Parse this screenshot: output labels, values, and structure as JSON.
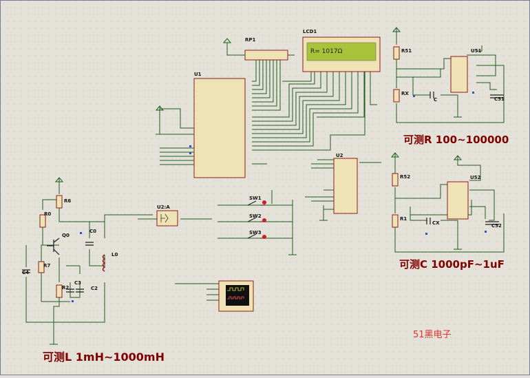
{
  "colors": {
    "background": "#e4e2d8",
    "grid": "#c9c7bd",
    "wire": "#1d5c1d",
    "body": "#efe2b4",
    "outline": "#8b1a1a",
    "caption": "#800000",
    "watermark": "#e03030",
    "lcd": "#a8c23a"
  },
  "components": {
    "u1": "U1",
    "rp1": "RP1",
    "lcd1": "LCD1",
    "u2": "U2",
    "u2a": "U2:A",
    "u51": "U51",
    "u52": "U52",
    "r51": "R51",
    "rx": "RX",
    "c51_cap": "C",
    "c51": "C51",
    "r52": "R52",
    "r1": "R1",
    "cx": "CX",
    "c52": "C52",
    "r6": "R6",
    "r0": "R0",
    "q0": "Q0",
    "c0": "C0",
    "l0": "L0",
    "c4": "C4",
    "r7": "R7",
    "r2": "R2",
    "c3": "C3",
    "c2": "C2",
    "sw1": "SW1",
    "sw2": "SW2",
    "sw3": "SW3"
  },
  "lcd_text": "R= 1017Ω",
  "captions": {
    "resistance": "可测R 100~100000",
    "capacitance": "可测C 1000pF~1uF",
    "inductance": "可测L 1mH~1000mH"
  },
  "watermark": "51黑电子",
  "icons": [
    "ground-icon",
    "power-terminal-icon",
    "oscilloscope-icon",
    "switch-icon"
  ]
}
